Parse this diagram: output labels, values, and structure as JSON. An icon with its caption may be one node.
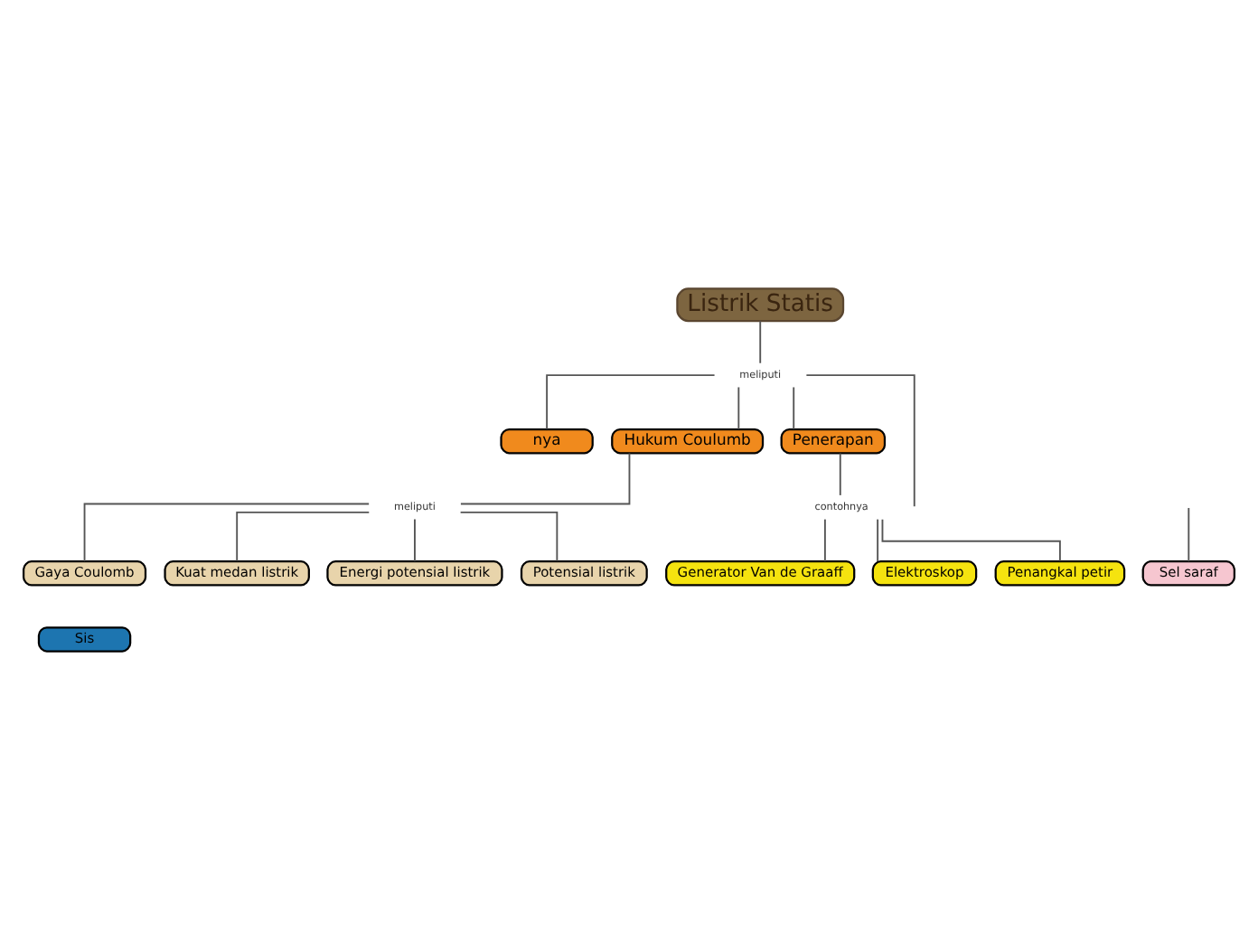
{
  "diagram": {
    "nodes": [
      {
        "text": [
          "Listrik Statis"
        ]
      },
      {
        "text": [
          "meliputi"
        ]
      },
      {
        "text": [
          "nya"
        ]
      },
      {
        "text": [
          "Hukum Coulumb"
        ]
      },
      {
        "text": [
          "Penerapan"
        ]
      },
      {
        "text": [
          "meliputi"
        ]
      },
      {
        "text": [
          "Gaya Coulomb"
        ]
      },
      {
        "text": [
          "Kuat medan listrik"
        ]
      },
      {
        "text": [
          "Energi potensial listrik"
        ]
      },
      {
        "text": [
          "Potensial listrik"
        ]
      },
      {
        "text": [
          "contohnya"
        ]
      },
      {
        "text": [
          "Generator Van de Graaff"
        ]
      },
      {
        "text": [
          "Elektroskop"
        ]
      },
      {
        "text": [
          "Penangkal petir"
        ]
      },
      {
        "text": [
          "Sel saraf"
        ]
      },
      {
        "text": [
          "Sis"
        ]
      }
    ],
    "edges": [
      {
        "from": 0,
        "to": 1,
        "arrow": "none"
      },
      {
        "from": 1,
        "to": 2,
        "arrow": "none"
      },
      {
        "from": 1,
        "to": 3,
        "arrow": "none"
      },
      {
        "from": 1,
        "to": 4,
        "arrow": "none"
      },
      {
        "from": 1,
        "to": null,
        "arrow": "none"
      },
      {
        "from": 3,
        "to": 5,
        "arrow": "none"
      },
      {
        "from": 5,
        "to": 6,
        "arrow": "none"
      },
      {
        "from": 5,
        "to": 7,
        "arrow": "none"
      },
      {
        "from": 5,
        "to": 8,
        "arrow": "none"
      },
      {
        "from": 5,
        "to": 9,
        "arrow": "none"
      },
      {
        "from": 4,
        "to": 10,
        "arrow": "none"
      },
      {
        "from": 10,
        "to": 11,
        "arrow": "none"
      },
      {
        "from": 10,
        "to": 12,
        "arrow": "none"
      },
      {
        "from": 10,
        "to": 13,
        "arrow": "none"
      },
      {
        "from": null,
        "to": 14,
        "arrow": "none"
      }
    ]
  }
}
